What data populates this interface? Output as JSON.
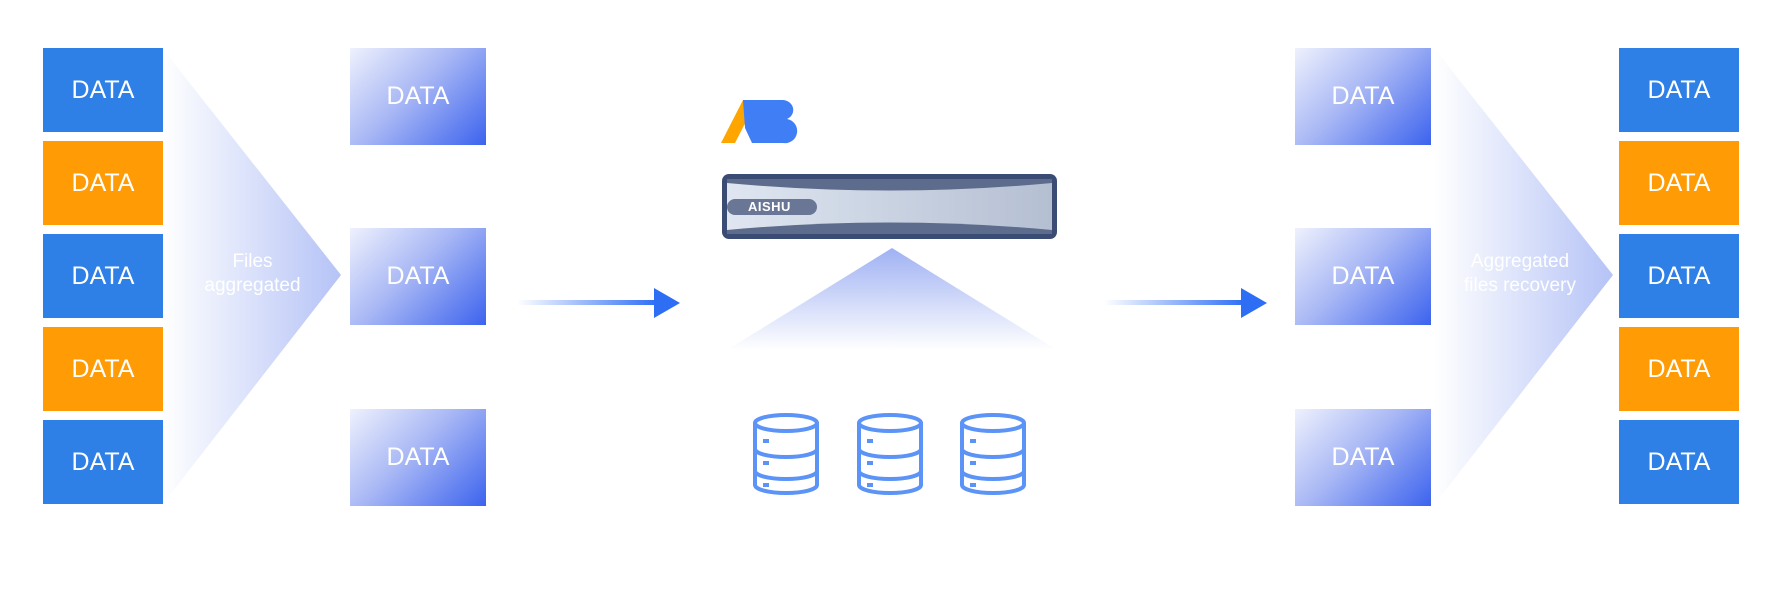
{
  "left_column": {
    "items": [
      {
        "label": "DATA",
        "color": "#2e7fe6"
      },
      {
        "label": "DATA",
        "color": "#ff9b05"
      },
      {
        "label": "DATA",
        "color": "#2e7fe6"
      },
      {
        "label": "DATA",
        "color": "#ff9b05"
      },
      {
        "label": "DATA",
        "color": "#2e7fe6"
      }
    ]
  },
  "aggregate_funnel": {
    "label_line1": "Files",
    "label_line2": "aggregated"
  },
  "aggregated_column": {
    "items": [
      {
        "label": "DATA"
      },
      {
        "label": "DATA"
      },
      {
        "label": "DATA"
      }
    ]
  },
  "server": {
    "brand": "AISHU",
    "logo_text": "AB"
  },
  "recovered_column": {
    "items": [
      {
        "label": "DATA"
      },
      {
        "label": "DATA"
      },
      {
        "label": "DATA"
      }
    ]
  },
  "recovery_funnel": {
    "label_line1": "Aggregated",
    "label_line2": "files recovery"
  },
  "right_column": {
    "items": [
      {
        "label": "DATA",
        "color": "#2e7fe6"
      },
      {
        "label": "DATA",
        "color": "#ff9b05"
      },
      {
        "label": "DATA",
        "color": "#2e7fe6"
      },
      {
        "label": "DATA",
        "color": "#ff9b05"
      },
      {
        "label": "DATA",
        "color": "#2e7fe6"
      }
    ]
  },
  "colors": {
    "accent": "#2e6ef5",
    "orange": "#ff9b05",
    "blue": "#2e7fe6"
  }
}
